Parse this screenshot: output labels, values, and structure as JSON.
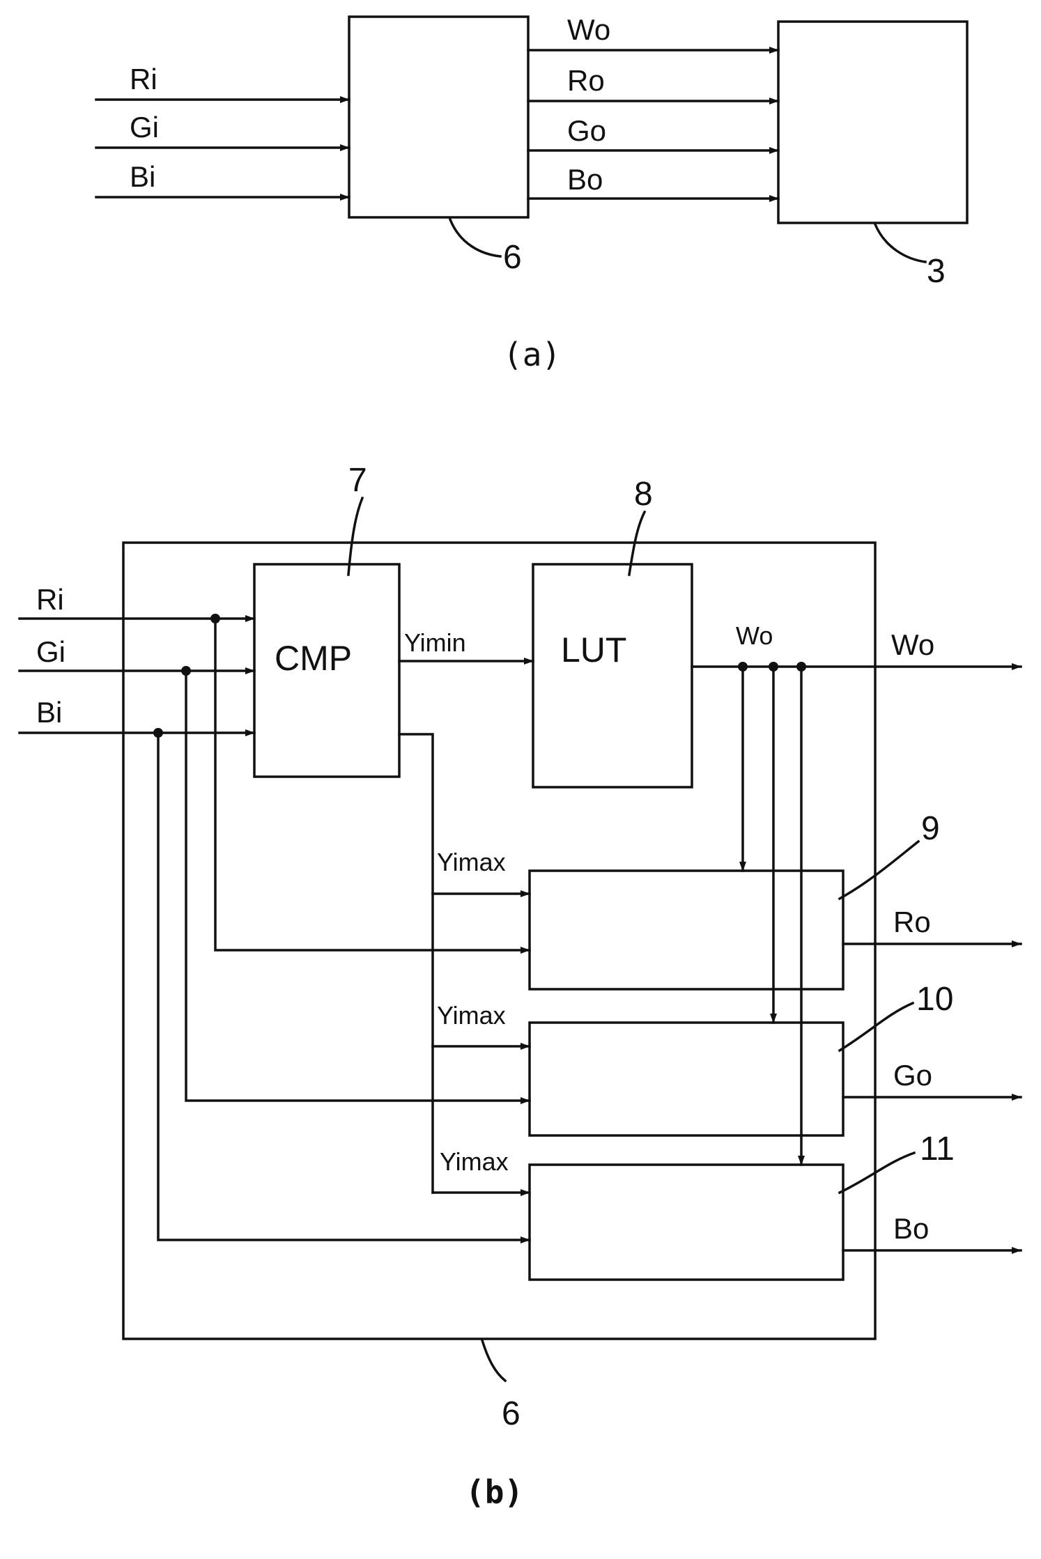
{
  "figure_a": {
    "caption": "(a)",
    "inputs": [
      "Ri",
      "Gi",
      "Bi"
    ],
    "outputs": [
      "Wo",
      "Ro",
      "Go",
      "Bo"
    ],
    "block_6": "6",
    "block_3": "3"
  },
  "figure_b": {
    "caption": "(b)",
    "inputs": [
      "Ri",
      "Gi",
      "Bi"
    ],
    "cmp": {
      "label": "CMP",
      "ref": "7"
    },
    "lut": {
      "label": "LUT",
      "ref": "8"
    },
    "yimin": "Yimin",
    "yimax": [
      "Yimax",
      "Yimax",
      "Yimax"
    ],
    "wo_inner": "Wo",
    "wo_out": "Wo",
    "outputs": [
      "Ro",
      "Go",
      "Bo"
    ],
    "calc_refs": [
      "9",
      "10",
      "11"
    ],
    "frame_ref": "6"
  }
}
